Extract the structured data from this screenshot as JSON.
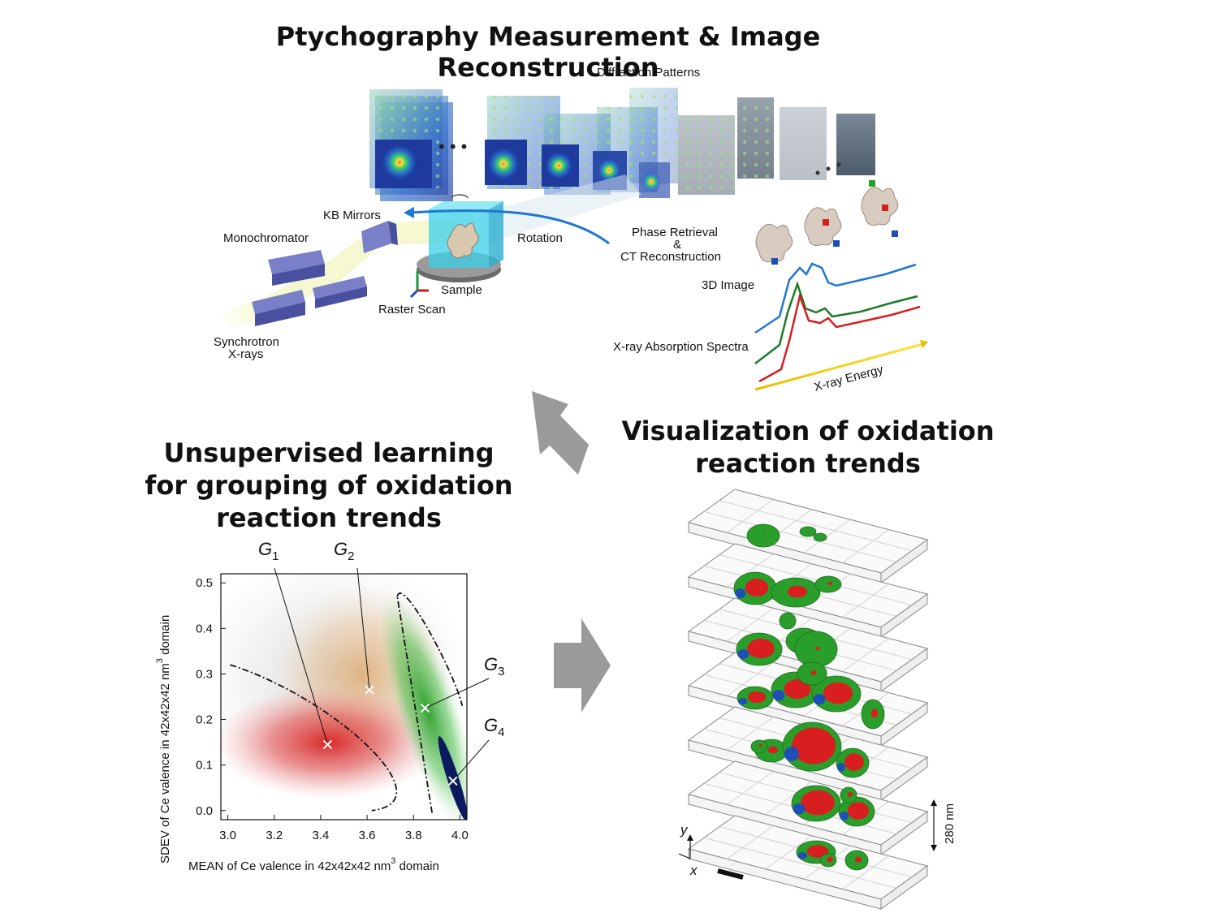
{
  "titles": {
    "top": "Ptychography Measurement & Image Reconstruction",
    "left_line1": "Unsupervised learning",
    "left_line2": "for grouping of oxidation",
    "left_line3": "reaction trends",
    "right_line1": "Visualization of oxidation",
    "right_line2": "reaction trends"
  },
  "setup_labels": {
    "diffraction": "Diffraction Patterns",
    "dots": "• • •",
    "kb": "KB Mirrors",
    "mono": "Monochromator",
    "rotation": "Rotation",
    "sample": "Sample",
    "raster": "Raster Scan",
    "synch1": "Synchrotron",
    "synch2": "X-rays",
    "phase1": "Phase Retrieval",
    "phase_amp": "&",
    "phase2": "CT Reconstruction",
    "image3d": "3D Image",
    "xas": "X-ray Absorption Spectra",
    "energy": "X-ray Energy"
  },
  "viz_labels": {
    "thickness": "280 nm",
    "axis_y": "y",
    "axis_x": "x"
  },
  "colors": {
    "red": "#d81e1e",
    "green": "#2a9e2a",
    "blue": "#1f4fb4",
    "navy": "#0b1a5e",
    "orange": "#e0a86a",
    "arrow": "#9a9a9a",
    "spectrum_blue": "#1f77d0",
    "spectrum_green": "#1e7a28",
    "spectrum_red": "#d42020"
  },
  "chart_data": {
    "type": "scatter",
    "xlabel_main": "MEAN of Ce valence in 42x42x42 nm",
    "xlabel_sup": "3",
    "xlabel_end": " domain",
    "ylabel_main": "SDEV of Ce valence in 42x42x42 nm",
    "ylabel_sup": "3",
    "ylabel_end": " domain",
    "xlim": [
      2.97,
      4.03
    ],
    "ylim": [
      -0.02,
      0.52
    ],
    "xticks": [
      "3.0",
      "3.2",
      "3.4",
      "3.6",
      "3.8",
      "4.0"
    ],
    "xtick_values": [
      3.0,
      3.2,
      3.4,
      3.6,
      3.8,
      4.0
    ],
    "yticks": [
      "0.0",
      "0.1",
      "0.2",
      "0.3",
      "0.4",
      "0.5"
    ],
    "ytick_values": [
      0.0,
      0.1,
      0.2,
      0.3,
      0.4,
      0.5
    ],
    "groups": [
      {
        "name": "G",
        "sub": "1",
        "centroid": [
          3.43,
          0.145
        ],
        "color": "#d81e1e"
      },
      {
        "name": "G",
        "sub": "2",
        "centroid": [
          3.61,
          0.265
        ],
        "color": "#e0a86a"
      },
      {
        "name": "G",
        "sub": "3",
        "centroid": [
          3.85,
          0.225
        ],
        "color": "#2a9e2a"
      },
      {
        "name": "G",
        "sub": "4",
        "centroid": [
          3.97,
          0.065
        ],
        "color": "#0b1a5e"
      }
    ]
  }
}
